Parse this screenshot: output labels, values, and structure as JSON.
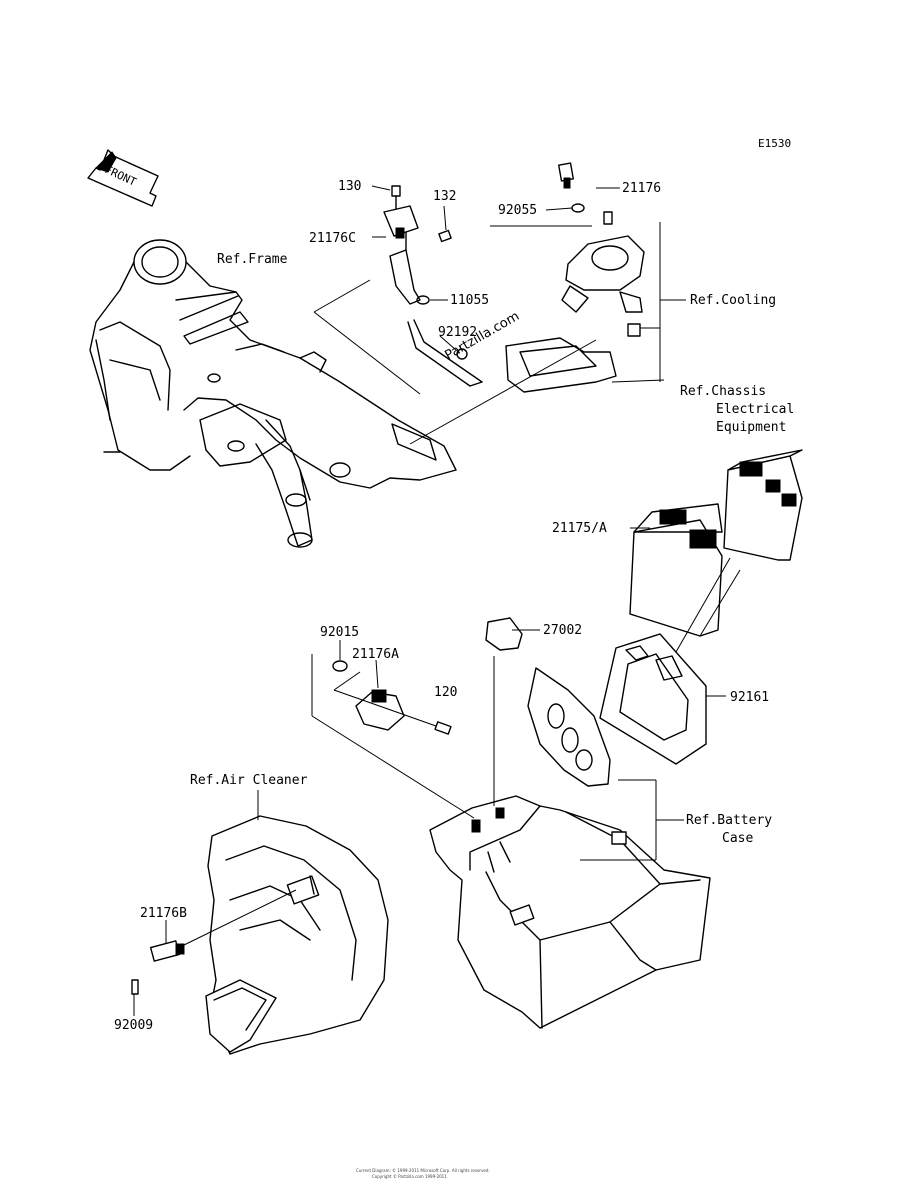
{
  "diagram_code": "E1530",
  "front_marker": "FRONT",
  "watermark": "Partzilla.com",
  "labels": {
    "p130_top": "130",
    "p132": "132",
    "p21176": "21176",
    "p92055": "92055",
    "p21176C": "21176C",
    "ref_frame": "Ref.Frame",
    "p11055": "11055",
    "ref_cooling": "Ref.Cooling",
    "p92192": "92192",
    "ref_chassis_1": "Ref.Chassis",
    "ref_chassis_2": "Electrical",
    "ref_chassis_3": "Equipment",
    "p21175A": "21175/A",
    "p92015": "92015",
    "p27002": "27002",
    "p21176A": "21176A",
    "p120": "120",
    "p92161": "92161",
    "ref_air_cleaner": "Ref.Air Cleaner",
    "ref_battery_1": "Ref.Battery",
    "ref_battery_2": "Case",
    "p21176B": "21176B",
    "p92009": "92009"
  },
  "footer": {
    "line1": "Current Diagram: © 1999-2011 Microsoft Corp. All rights reserved.",
    "line2": "Copyright © Partzilla.com 1999-2011"
  }
}
